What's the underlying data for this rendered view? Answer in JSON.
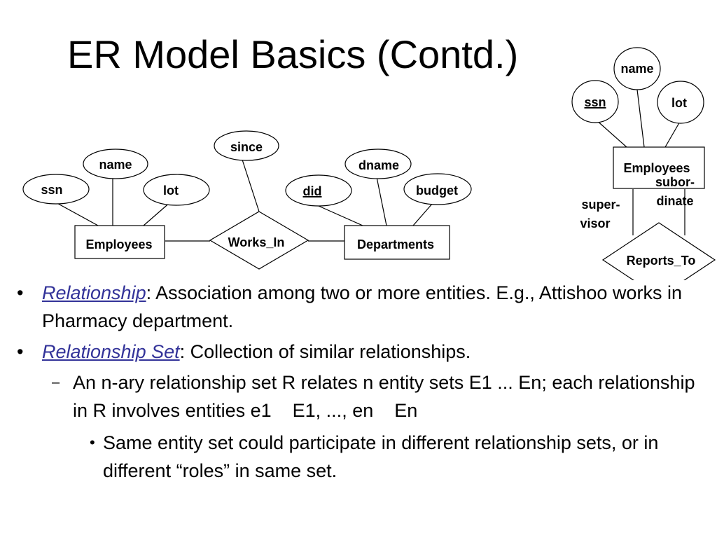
{
  "title": "ER Model Basics (Contd.)",
  "left_diagram": {
    "entity_employees": "Employees",
    "entity_departments": "Departments",
    "relationship": "Works_In",
    "attr_ssn": "ssn",
    "attr_name": "name",
    "attr_lot": "lot",
    "attr_since": "since",
    "attr_did": "did",
    "attr_dname": "dname",
    "attr_budget": "budget"
  },
  "right_diagram": {
    "attr_name": "name",
    "attr_ssn": "ssn",
    "attr_lot": "lot",
    "entity_employees": "Employees",
    "role_subordinate_1": "subor-",
    "role_subordinate_2": "dinate",
    "role_supervisor_1": "super-",
    "role_supervisor_2": "visor",
    "relationship": "Reports_To"
  },
  "bullets": {
    "b1_mark": "•",
    "b1_term": "Relationship",
    "b1_text": ":  Association among two or more entities.  E.g., Attishoo works in Pharmacy department.",
    "b2_mark": "•",
    "b2_term": "Relationship Set",
    "b2_text": ":  Collection of similar relationships.",
    "b3_mark": "–",
    "b3_line1": "An n-ary relationship set  R relates n entity sets E1 ... En; each relationship in R involves entities e1",
    "b3_part2": "E1, ..., en",
    "b3_part3": "En",
    "b4_mark": "•",
    "b4_text": "Same entity set could participate in different relationship sets, or in different “roles” in same set."
  }
}
